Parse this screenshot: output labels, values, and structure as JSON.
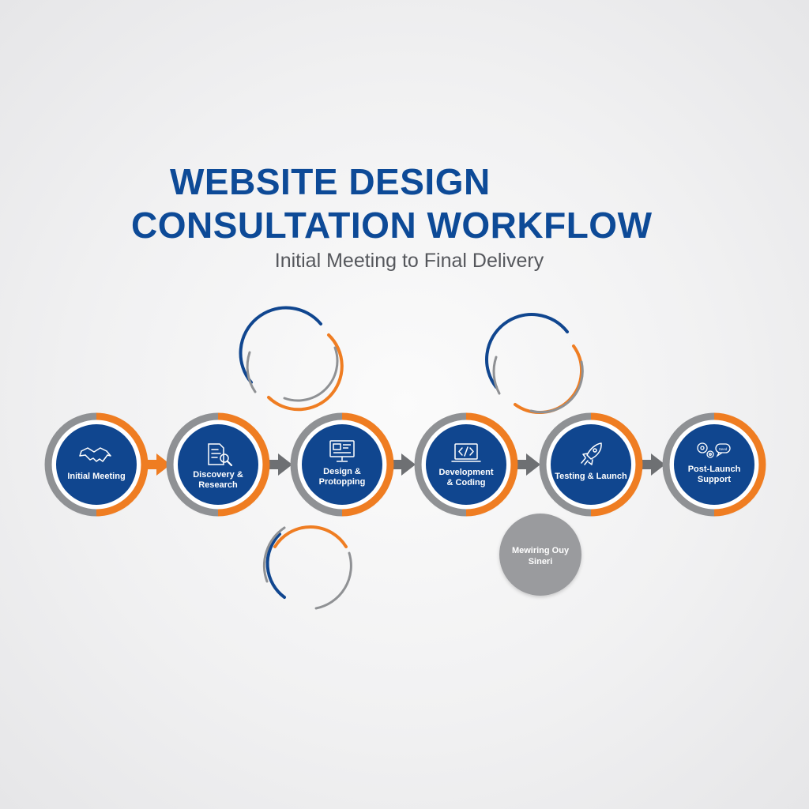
{
  "title_line1": "WEBSITE DESIGN",
  "title_line2": "CONSULTATION WORKFLOW",
  "subtitle": "Initial Meeting to Final Delivery",
  "steps": [
    {
      "label_line1": "Initial Meeting",
      "label_line2": "",
      "icon": "handshake-icon"
    },
    {
      "label_line1": "Discovery &",
      "label_line2": "Research",
      "icon": "document-search-icon"
    },
    {
      "label_line1": "Design &",
      "label_line2": "Protopping",
      "icon": "monitor-wireframe-icon"
    },
    {
      "label_line1": "Development",
      "label_line2": "& Coding",
      "icon": "laptop-code-icon"
    },
    {
      "label_line1": "Testing & Launch",
      "label_line2": "",
      "icon": "rocket-icon"
    },
    {
      "label_line1": "Post-Launch",
      "label_line2": "Support",
      "icon": "gears-chat-icon"
    }
  ],
  "extra_node": {
    "label_line1": "Mewiring Ouy",
    "label_line2": "Sineri"
  },
  "icon_text": {
    "chat_bubble": "Seed"
  },
  "colors": {
    "title_blue": "#0d4a97",
    "node_blue": "#10468f",
    "accent_orange": "#ef7d22",
    "ring_gray": "#8f9194",
    "arrow_gray": "#6e7073",
    "subtitle_gray": "#55575c"
  }
}
